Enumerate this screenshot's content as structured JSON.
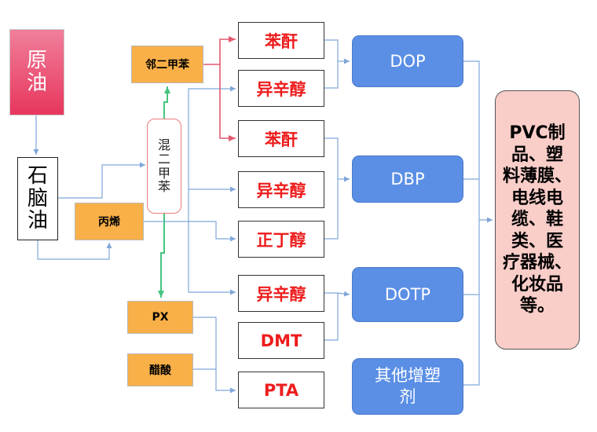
{
  "nodes": {
    "crude_oil": [
      "原",
      "油"
    ],
    "naphtha": [
      "石",
      "脑",
      "油"
    ],
    "propylene": "丙烯",
    "o_xylene": "邻二甲苯",
    "mixed_xylene": [
      "混",
      "二",
      "甲",
      "苯"
    ],
    "px": "PX",
    "acetic_acid": "醋酸",
    "phthalic_anhydride_1": "苯酐",
    "isooctanol_1": "异辛醇",
    "phthalic_anhydride_2": "苯酐",
    "isooctanol_2": "异辛醇",
    "n_butanol": "正丁醇",
    "isooctanol_3": "异辛醇",
    "dmt": "DMT",
    "pta": "PTA",
    "dop": "DOP",
    "dbp": "DBP",
    "dotp": "DOTP",
    "other_plasticizers": [
      "其他增塑",
      "剂"
    ],
    "final_products": [
      "PVC制",
      "品、塑",
      "料薄膜、",
      "电线电",
      "缆、鞋",
      "类、医",
      "疗器械、",
      "化妆品",
      "等。"
    ]
  },
  "colors": {
    "blue_line": "#7fa6d9",
    "red_line": "#e25a70",
    "green_line": "#45c47f",
    "product_text": "#ee1c1c"
  }
}
